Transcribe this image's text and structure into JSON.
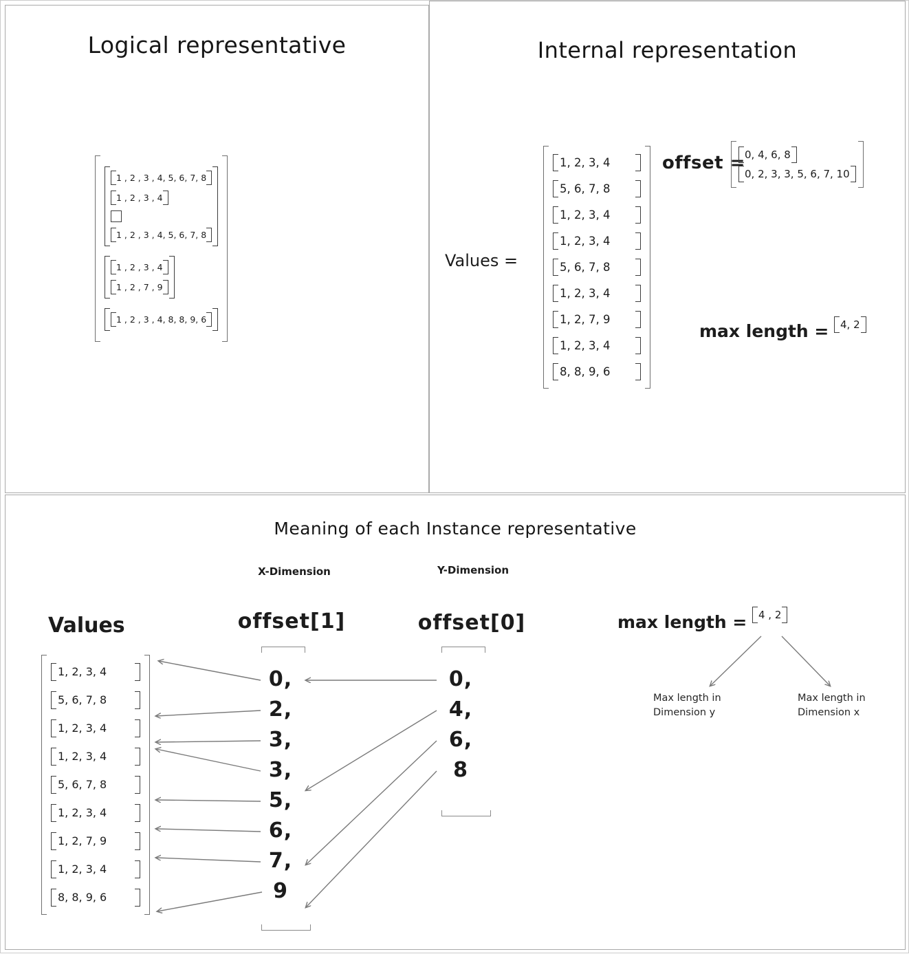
{
  "logical": {
    "title": "Logical representative",
    "groups": {
      "g0": [
        "1 , 2 , 3 , 4, 5, 6, 7, 8",
        "1 , 2 , 3 , 4",
        "",
        "1 , 2 , 3 , 4, 5, 6, 7, 8"
      ],
      "g1": [
        "1 , 2 , 3 , 4",
        "1 , 2 , 7 , 9"
      ],
      "g2": [
        "1 , 2 , 3 , 4, 8, 8, 9, 6"
      ]
    }
  },
  "internal": {
    "title": "Internal representation",
    "values_label": "Values =",
    "values": [
      "1, 2, 3, 4",
      "5, 6, 7, 8",
      "1, 2, 3, 4",
      "1, 2, 3, 4",
      "5, 6, 7, 8",
      "1, 2, 3, 4",
      "1, 2, 7, 9",
      "1, 2, 3, 4",
      "8, 8, 9, 6"
    ],
    "offset_label": "offset =",
    "offset": [
      "0, 4, 6, 8",
      "0, 2, 3, 3, 5, 6, 7, 10"
    ],
    "max_length_label": "max length =",
    "max_length": "4, 2"
  },
  "meaning": {
    "title": "Meaning of each Instance representative",
    "x_dim": "X-Dimension",
    "y_dim": "Y-Dimension",
    "values_header": "Values",
    "offset1_header": "offset[1]",
    "offset0_header": "offset[0]",
    "values": [
      "1, 2, 3, 4",
      "5, 6, 7, 8",
      "1, 2, 3, 4",
      "1, 2, 3, 4",
      "5, 6, 7, 8",
      "1, 2, 3, 4",
      "1, 2, 7, 9",
      "1, 2, 3, 4",
      "8, 8, 9, 6"
    ],
    "offset1": [
      "0,",
      "2,",
      "3,",
      "3,",
      "5,",
      "6,",
      "7,",
      "9"
    ],
    "offset0": [
      "0,",
      "4,",
      "6,",
      "8"
    ],
    "max_length_label": "max length =",
    "max_length": "4 , 2",
    "note_y": "Max length in Dimension y",
    "note_x": "Max length in Dimension x"
  }
}
